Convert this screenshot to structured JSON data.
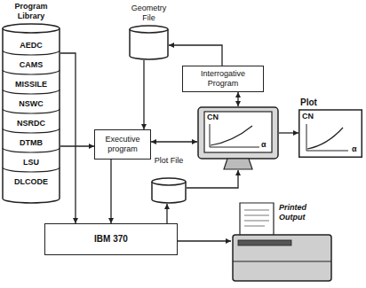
{
  "diagram": {
    "nodes": [
      {
        "text": [
          "Program Library"
        ]
      },
      {
        "text": [
          "AEDC"
        ],
        "in": 0
      },
      {
        "text": [
          "CAMS"
        ],
        "in": 0
      },
      {
        "text": [
          "MISSILE"
        ],
        "in": 0
      },
      {
        "text": [
          "NSWC"
        ],
        "in": 0
      },
      {
        "text": [
          "NSRDC"
        ],
        "in": 0
      },
      {
        "text": [
          "DTMB"
        ],
        "in": 0
      },
      {
        "text": [
          "LSU"
        ],
        "in": 0
      },
      {
        "text": [
          "DLCODE"
        ],
        "in": 0
      },
      {
        "text": [
          "Geometry File"
        ]
      },
      {
        "text": [
          "Interrogative Program"
        ]
      },
      {
        "text": [
          "CN",
          "α"
        ]
      },
      {
        "text": [
          "Plot",
          "CN",
          "α"
        ]
      },
      {
        "text": [
          "Executive program"
        ]
      },
      {
        "text": [
          "Plot File"
        ]
      },
      {
        "text": [
          "IBM 370"
        ]
      },
      {
        "text": [
          "Printed Output"
        ]
      }
    ],
    "edges": [
      {
        "from": 0,
        "to": 13,
        "arrow": "to"
      },
      {
        "from": 0,
        "to": 15,
        "arrow": "to"
      },
      {
        "from": 10,
        "to": 9,
        "arrow": "to"
      },
      {
        "from": 9,
        "to": 13,
        "arrow": "to"
      },
      {
        "from": 10,
        "to": 11,
        "arrow": "both"
      },
      {
        "from": 13,
        "to": 11,
        "arrow": "both"
      },
      {
        "from": 11,
        "to": 12,
        "arrow": "to"
      },
      {
        "from": 13,
        "to": 15,
        "arrow": "to"
      },
      {
        "from": 15,
        "to": 14,
        "arrow": "to"
      },
      {
        "from": 14,
        "to": 11,
        "arrow": "to"
      },
      {
        "from": 15,
        "to": 16,
        "arrow": "to"
      }
    ]
  }
}
